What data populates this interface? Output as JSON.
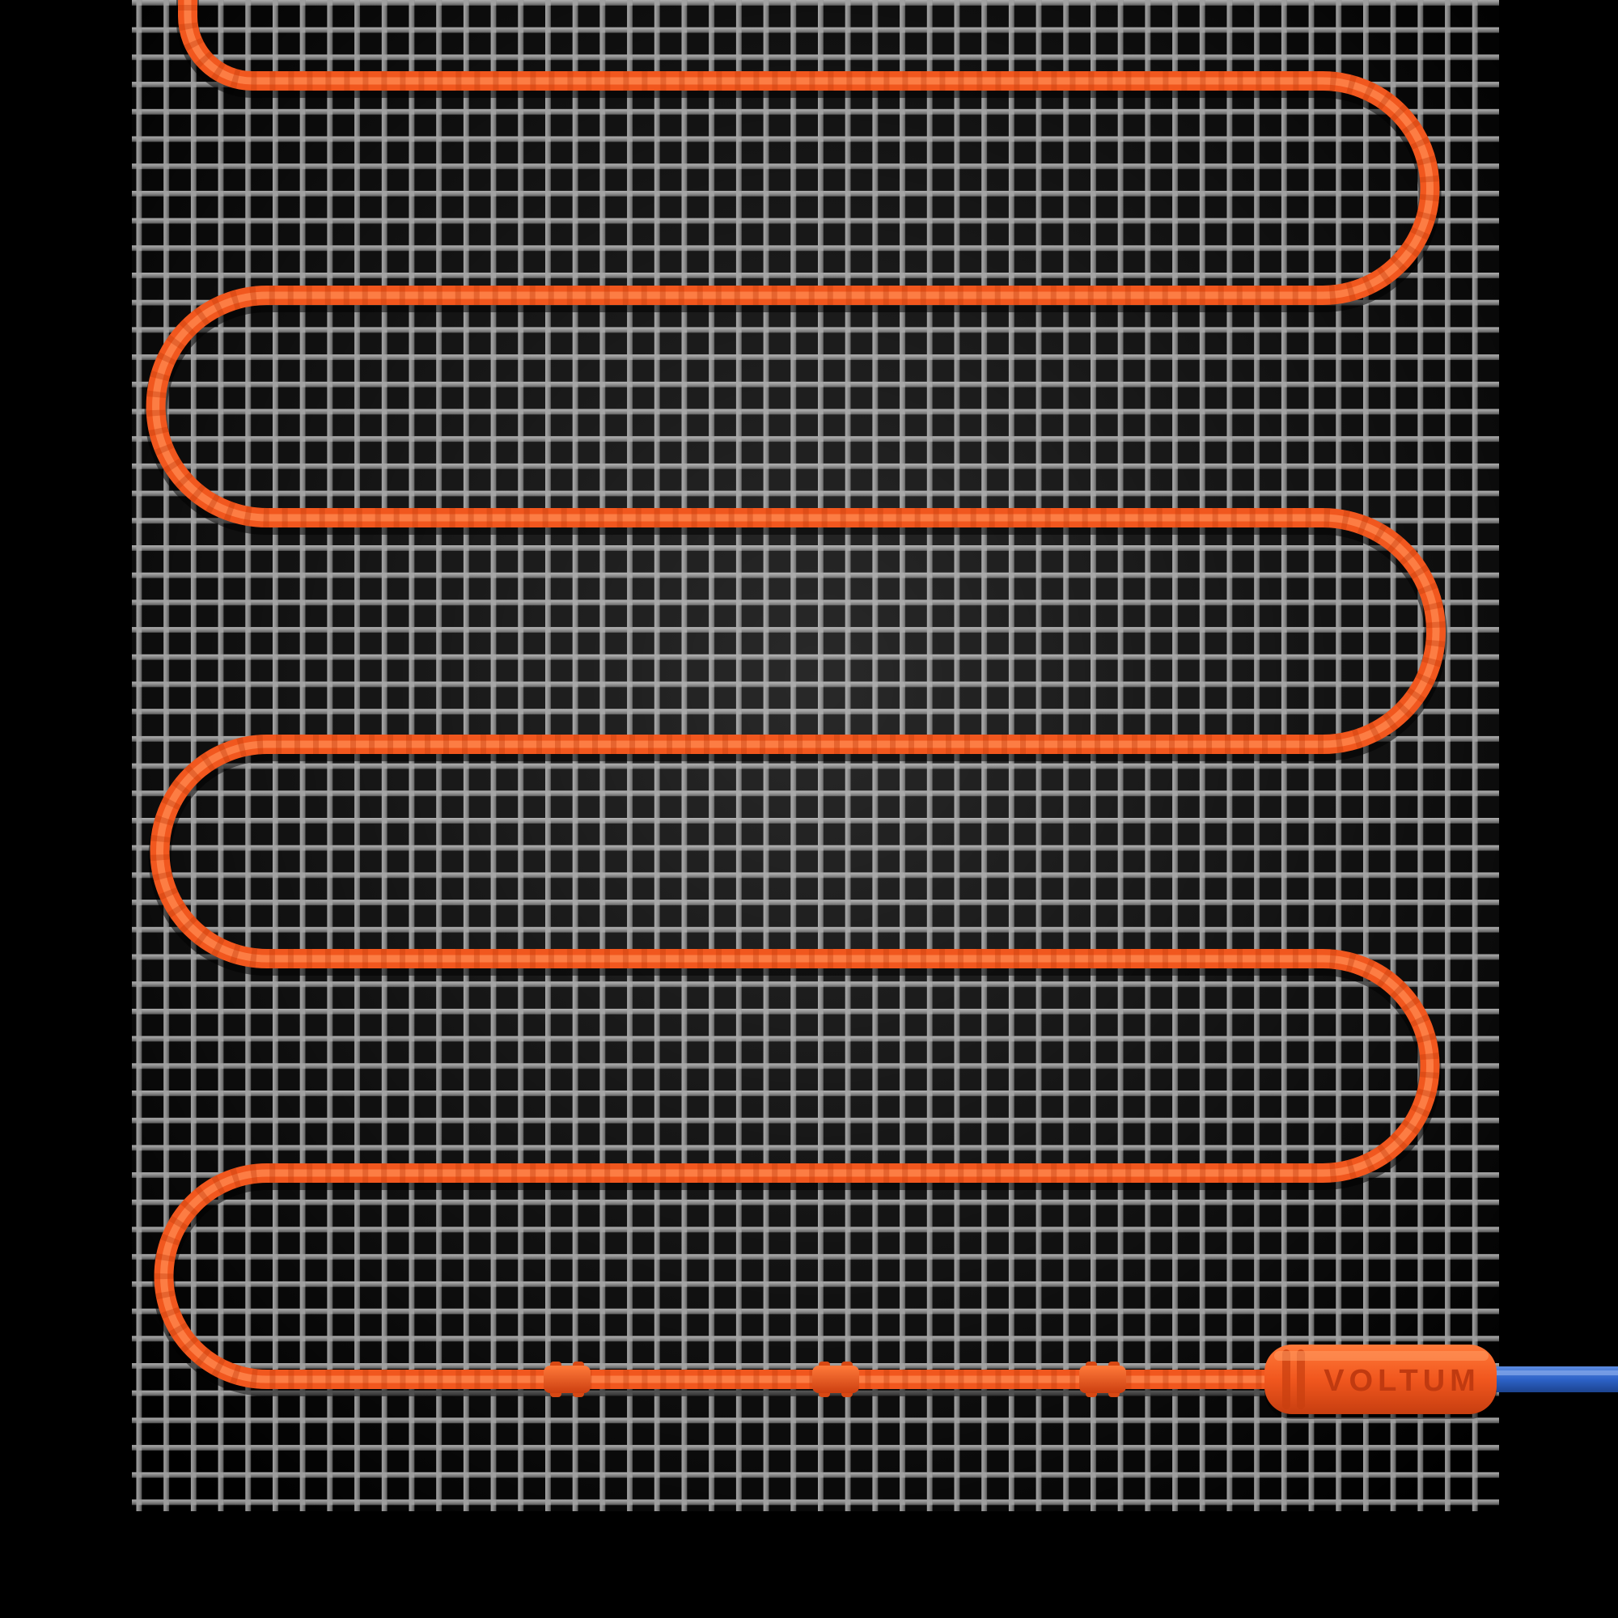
{
  "connector": {
    "brand_label": "VOLTUM"
  },
  "scene": {
    "product": "electric-floor-heating-mat",
    "cable_horizontal_runs": 7,
    "right_u_turns": 3,
    "left_u_turns": 3,
    "cable_couplers": 3
  },
  "colors": {
    "background": "#000000",
    "mesh_wire_light": "#a6a6a6",
    "mesh_wire_dark": "#5c5c5c",
    "cable_orange": "#f1571e",
    "cable_orange_dark": "#c23c0e",
    "cable_orange_highlight": "#ff8a52",
    "connector_orange": "#f1571e",
    "connector_text": "#c03a10",
    "cold_lead_blue": "#2d62c8"
  }
}
